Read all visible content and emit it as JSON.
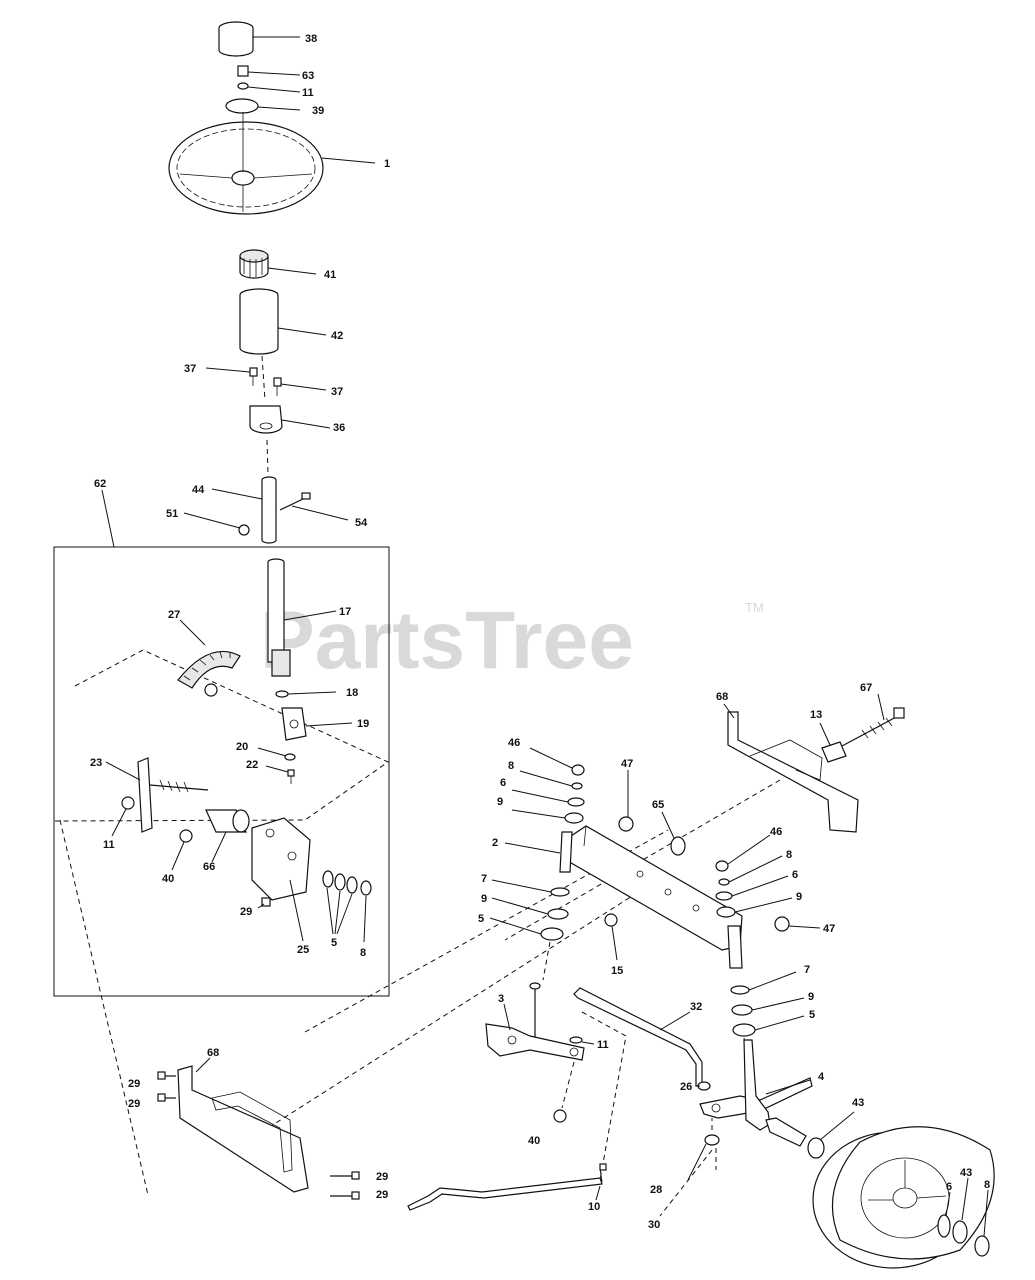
{
  "watermark": {
    "text": "PartsTree",
    "tm": "TM"
  },
  "labels": {
    "l38": "38",
    "l63": "63",
    "l11a": "11",
    "l39": "39",
    "l1": "1",
    "l41": "41",
    "l42": "42",
    "l37a": "37",
    "l37b": "37",
    "l36": "36",
    "l62": "62",
    "l44": "44",
    "l51": "51",
    "l54": "54",
    "l17": "17",
    "l27": "27",
    "l18": "18",
    "l19": "19",
    "l20": "20",
    "l22": "22",
    "l23": "23",
    "l11b": "11",
    "l40a": "40",
    "l66": "66",
    "l29a": "29",
    "l25": "25",
    "l5a": "5",
    "l8a": "8",
    "l68a": "68",
    "l13": "13",
    "l67": "67",
    "l46a": "46",
    "l8b": "8",
    "l6a": "6",
    "l9a": "9",
    "l47a": "47",
    "l65": "65",
    "l2": "2",
    "l7a": "7",
    "l9b": "9",
    "l5b": "5",
    "l15": "15",
    "l46b": "46",
    "l8c": "8",
    "l6b": "6",
    "l9c": "9",
    "l47b": "47",
    "l7b": "7",
    "l9d": "9",
    "l5c": "5",
    "l3": "3",
    "l11c": "11",
    "l32": "32",
    "l4": "4",
    "l26": "26",
    "l40b": "40",
    "l43a": "43",
    "l28": "28",
    "l30": "30",
    "l10": "10",
    "l6c": "6",
    "l43b": "43",
    "l8d": "8",
    "l68b": "68",
    "l29b": "29",
    "l29c": "29",
    "l29d": "29",
    "l29e": "29"
  }
}
